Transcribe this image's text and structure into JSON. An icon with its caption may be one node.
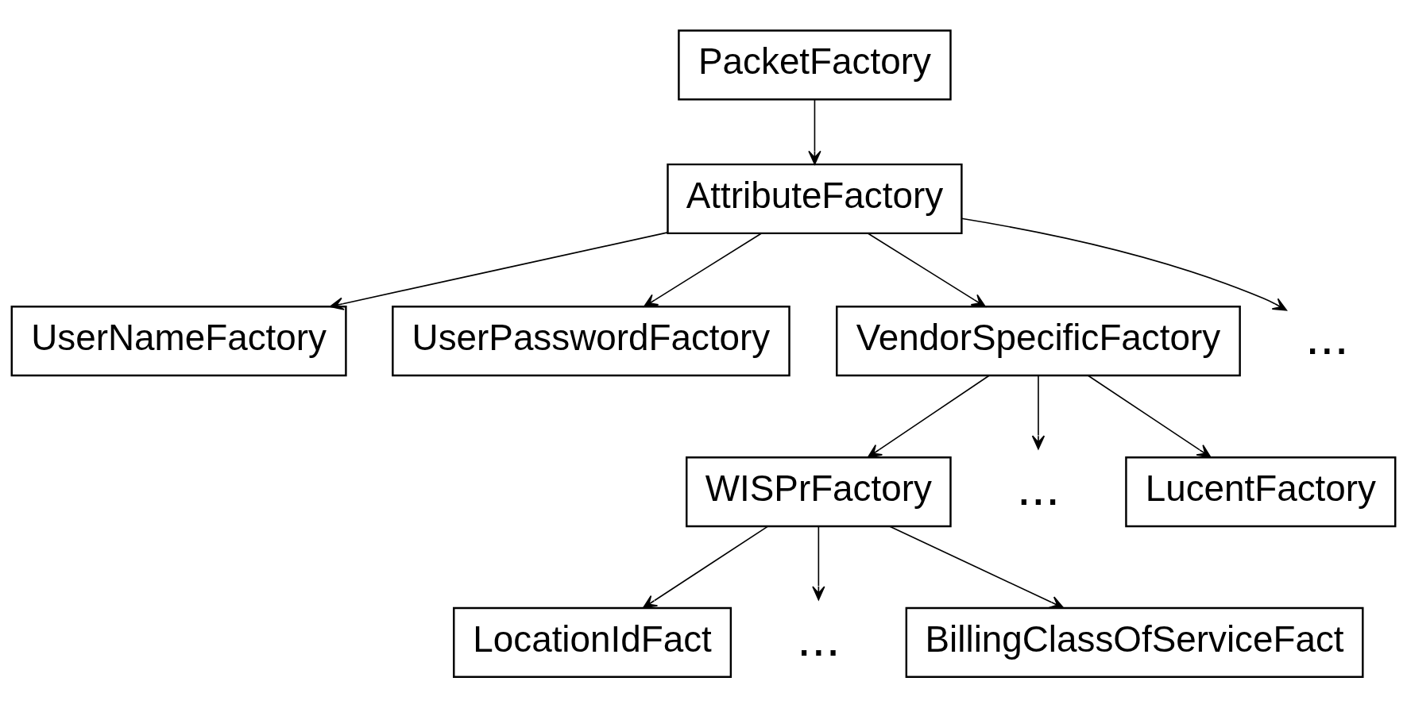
{
  "diagram": {
    "nodes": [
      {
        "text": [
          "PacketFactory"
        ]
      },
      {
        "text": [
          "AttributeFactory"
        ]
      },
      {
        "text": [
          "UserNameFactory"
        ]
      },
      {
        "text": [
          "UserPasswordFactory"
        ]
      },
      {
        "text": [
          "VendorSpecificFactory"
        ]
      },
      {
        "text": [
          "..."
        ]
      },
      {
        "text": [
          "WISPrFactory"
        ]
      },
      {
        "text": [
          "..."
        ]
      },
      {
        "text": [
          "LucentFactory"
        ]
      },
      {
        "text": [
          "LocationIdFact"
        ]
      },
      {
        "text": [
          "..."
        ]
      },
      {
        "text": [
          "BillingClassOfServiceFact"
        ]
      }
    ],
    "edges": [
      {
        "from": 0,
        "to": 1,
        "arrow": "to"
      },
      {
        "from": 1,
        "to": 2,
        "arrow": "to"
      },
      {
        "from": 1,
        "to": 3,
        "arrow": "to"
      },
      {
        "from": 1,
        "to": 4,
        "arrow": "to"
      },
      {
        "from": 1,
        "to": 5,
        "arrow": "to"
      },
      {
        "from": 4,
        "to": 6,
        "arrow": "to"
      },
      {
        "from": 4,
        "to": 7,
        "arrow": "to"
      },
      {
        "from": 4,
        "to": 8,
        "arrow": "to"
      },
      {
        "from": 6,
        "to": 9,
        "arrow": "to"
      },
      {
        "from": 6,
        "to": 10,
        "arrow": "to"
      },
      {
        "from": 6,
        "to": 11,
        "arrow": "to"
      }
    ]
  }
}
